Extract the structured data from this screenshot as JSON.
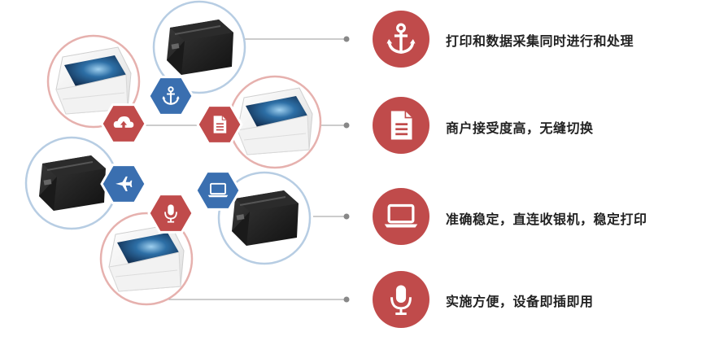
{
  "colors": {
    "red": "#c04b4b",
    "blue": "#3a6fb0",
    "ring_red": "#e6b1ae",
    "ring_blue": "#b7cde3",
    "line": "#999999"
  },
  "features": [
    {
      "icon": "anchor-icon",
      "label": "打印和数据采集同时进行和处理"
    },
    {
      "icon": "document-icon",
      "label": "商户接受度高，无缝切换"
    },
    {
      "icon": "laptop-icon",
      "label": "准确稳定，直连收银机，稳定打印"
    },
    {
      "icon": "microphone-icon",
      "label": "实施方便，设备即插即用"
    }
  ],
  "hex_icons": [
    {
      "icon": "anchor-icon",
      "color": "blue"
    },
    {
      "icon": "cloud-upload-icon",
      "color": "red"
    },
    {
      "icon": "document-icon",
      "color": "red"
    },
    {
      "icon": "airplane-icon",
      "color": "blue"
    },
    {
      "icon": "laptop-icon",
      "color": "blue"
    },
    {
      "icon": "microphone-icon",
      "color": "red"
    }
  ],
  "printers": [
    {
      "style": "white-touchscreen",
      "ring": "red"
    },
    {
      "style": "black-compact",
      "ring": "blue"
    },
    {
      "style": "white-touchscreen",
      "ring": "red"
    },
    {
      "style": "black-compact",
      "ring": "blue"
    },
    {
      "style": "black-compact",
      "ring": "blue"
    },
    {
      "style": "white-touchscreen",
      "ring": "red"
    }
  ]
}
